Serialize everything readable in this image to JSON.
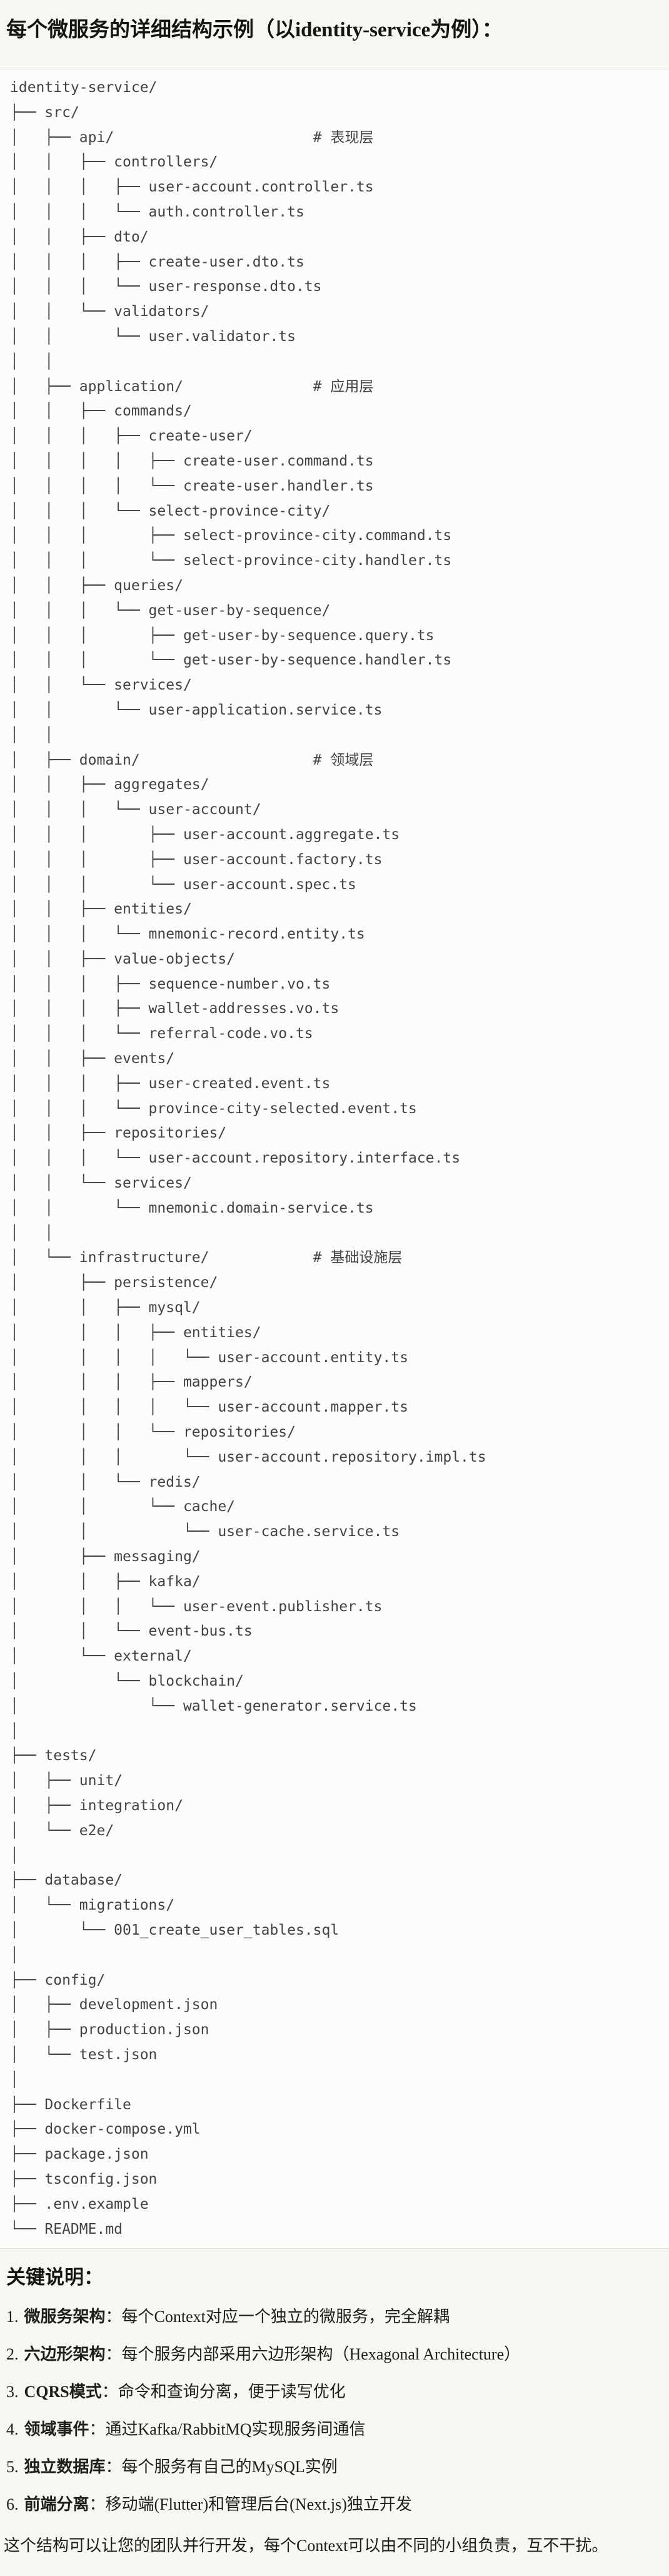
{
  "page": {
    "title": "每个微服务的详细结构示例（以identity-service为例）："
  },
  "code_block": {
    "language": "plain-text-tree",
    "lines": [
      "identity-service/",
      "├── src/",
      "│   ├── api/                       # 表现层",
      "│   │   ├── controllers/",
      "│   │   │   ├── user-account.controller.ts",
      "│   │   │   └── auth.controller.ts",
      "│   │   ├── dto/",
      "│   │   │   ├── create-user.dto.ts",
      "│   │   │   └── user-response.dto.ts",
      "│   │   └── validators/",
      "│   │       └── user.validator.ts",
      "│   │",
      "│   ├── application/               # 应用层",
      "│   │   ├── commands/",
      "│   │   │   ├── create-user/",
      "│   │   │   │   ├── create-user.command.ts",
      "│   │   │   │   └── create-user.handler.ts",
      "│   │   │   └── select-province-city/",
      "│   │   │       ├── select-province-city.command.ts",
      "│   │   │       └── select-province-city.handler.ts",
      "│   │   ├── queries/",
      "│   │   │   └── get-user-by-sequence/",
      "│   │   │       ├── get-user-by-sequence.query.ts",
      "│   │   │       └── get-user-by-sequence.handler.ts",
      "│   │   └── services/",
      "│   │       └── user-application.service.ts",
      "│   │",
      "│   ├── domain/                    # 领域层",
      "│   │   ├── aggregates/",
      "│   │   │   └── user-account/",
      "│   │   │       ├── user-account.aggregate.ts",
      "│   │   │       ├── user-account.factory.ts",
      "│   │   │       └── user-account.spec.ts",
      "│   │   ├── entities/",
      "│   │   │   └── mnemonic-record.entity.ts",
      "│   │   ├── value-objects/",
      "│   │   │   ├── sequence-number.vo.ts",
      "│   │   │   ├── wallet-addresses.vo.ts",
      "│   │   │   └── referral-code.vo.ts",
      "│   │   ├── events/",
      "│   │   │   ├── user-created.event.ts",
      "│   │   │   └── province-city-selected.event.ts",
      "│   │   ├── repositories/",
      "│   │   │   └── user-account.repository.interface.ts",
      "│   │   └── services/",
      "│   │       └── mnemonic.domain-service.ts",
      "│   │",
      "│   └── infrastructure/            # 基础设施层",
      "│       ├── persistence/",
      "│       │   ├── mysql/",
      "│       │   │   ├── entities/",
      "│       │   │   │   └── user-account.entity.ts",
      "│       │   │   ├── mappers/",
      "│       │   │   │   └── user-account.mapper.ts",
      "│       │   │   └── repositories/",
      "│       │   │       └── user-account.repository.impl.ts",
      "│       │   └── redis/",
      "│       │       └── cache/",
      "│       │           └── user-cache.service.ts",
      "│       ├── messaging/",
      "│       │   ├── kafka/",
      "│       │   │   └── user-event.publisher.ts",
      "│       │   └── event-bus.ts",
      "│       └── external/",
      "│           └── blockchain/",
      "│               └── wallet-generator.service.ts",
      "│",
      "├── tests/",
      "│   ├── unit/",
      "│   ├── integration/",
      "│   └── e2e/",
      "│",
      "├── database/",
      "│   └── migrations/",
      "│       └── 001_create_user_tables.sql",
      "│",
      "├── config/",
      "│   ├── development.json",
      "│   ├── production.json",
      "│   └── test.json",
      "│",
      "├── Dockerfile",
      "├── docker-compose.yml",
      "├── package.json",
      "├── tsconfig.json",
      "├── .env.example",
      "└── README.md"
    ]
  },
  "notes": {
    "heading": "关键说明：",
    "items": [
      {
        "num": "1.",
        "label": "微服务架构",
        "text": "：每个Context对应一个独立的微服务，完全解耦"
      },
      {
        "num": "2.",
        "label": "六边形架构",
        "text": "：每个服务内部采用六边形架构（Hexagonal Architecture）"
      },
      {
        "num": "3.",
        "label": "CQRS模式",
        "text": "：命令和查询分离，便于读写优化"
      },
      {
        "num": "4.",
        "label": "领域事件",
        "text": "：通过Kafka/RabbitMQ实现服务间通信"
      },
      {
        "num": "5.",
        "label": "独立数据库",
        "text": "：每个服务有自己的MySQL实例"
      },
      {
        "num": "6.",
        "label": "前端分离",
        "text": "：移动端(Flutter)和管理后台(Next.js)独立开发"
      }
    ],
    "footer": "这个结构可以让您的团队并行开发，每个Context可以由不同的小组负责，互不干扰。"
  }
}
